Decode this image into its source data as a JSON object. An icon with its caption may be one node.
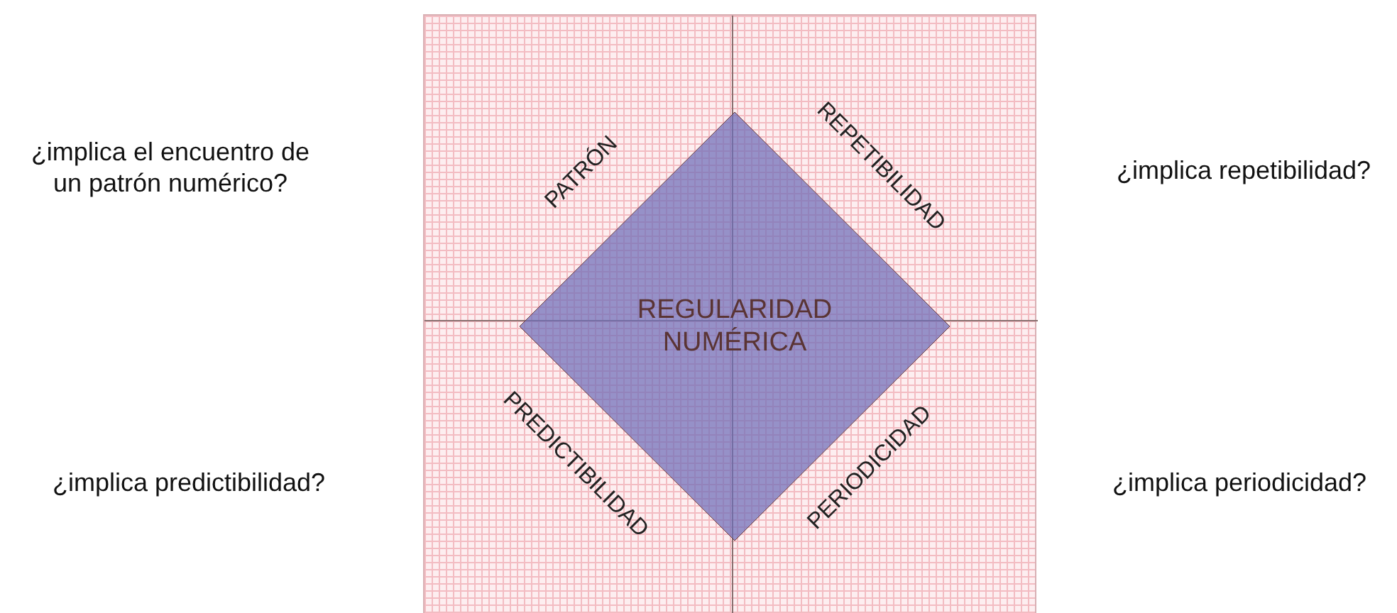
{
  "diagram": {
    "nodes": [
      {
        "text": [],
        "shape": "box"
      },
      {
        "text": [
          "REGULARIDAD NUMÉRICA"
        ],
        "in": 0
      }
    ],
    "labels": [
      "¿implica el encuentro de un patrón numérico?",
      "PATRÓN",
      "REPETIBILIDAD",
      "¿implica repetibilidad?",
      "¿implica predictibilidad?",
      "PREDICTIBILIDAD",
      "PERIODICIDAD",
      "¿implica periodicidad?"
    ]
  }
}
